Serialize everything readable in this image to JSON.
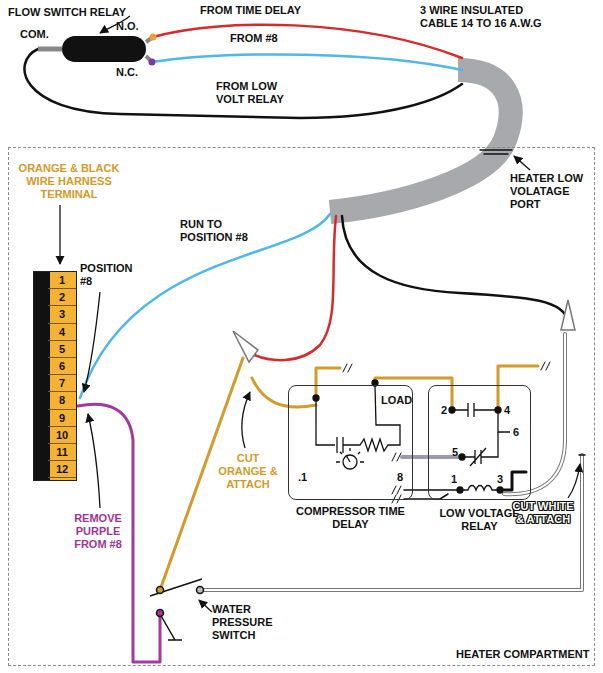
{
  "diagram": {
    "nodes": [
      {
        "text": [
          "HEATER COMPARTMENT"
        ]
      },
      {
        "text": [
          "1",
          "2",
          "3",
          "4",
          "5",
          "6",
          "7",
          "8",
          "9",
          "10",
          "11",
          "12"
        ],
        "in": 0
      },
      {
        "text": [
          "LOAD",
          ".1",
          "8",
          "COMPRESSOR TIME DELAY"
        ],
        "in": 0
      },
      {
        "text": [
          "2",
          "4",
          "5",
          "6",
          "1",
          "3",
          "LOW VOLTAGE RELAY"
        ],
        "in": 0
      }
    ],
    "labels": [
      "FLOW SWITCH RELAY",
      "COM.",
      "N.O.",
      "N.C.",
      "FROM TIME DELAY",
      "FROM #8",
      "FROM LOW VOLT RELAY",
      "3 WIRE INSULATED CABLE 14 TO 16 A.W.G",
      "HEATER LOW VOLATAGE PORT",
      "ORANGE & BLACK WIRE HARNESS TERMINAL",
      "POSITION #8",
      "RUN TO POSITION #8",
      "REMOVE PURPLE FROM #8",
      "CUT ORANGE & ATTACH",
      "WATER PRESSURE SWITCH",
      "CUT WHITE & ATTACH"
    ]
  }
}
